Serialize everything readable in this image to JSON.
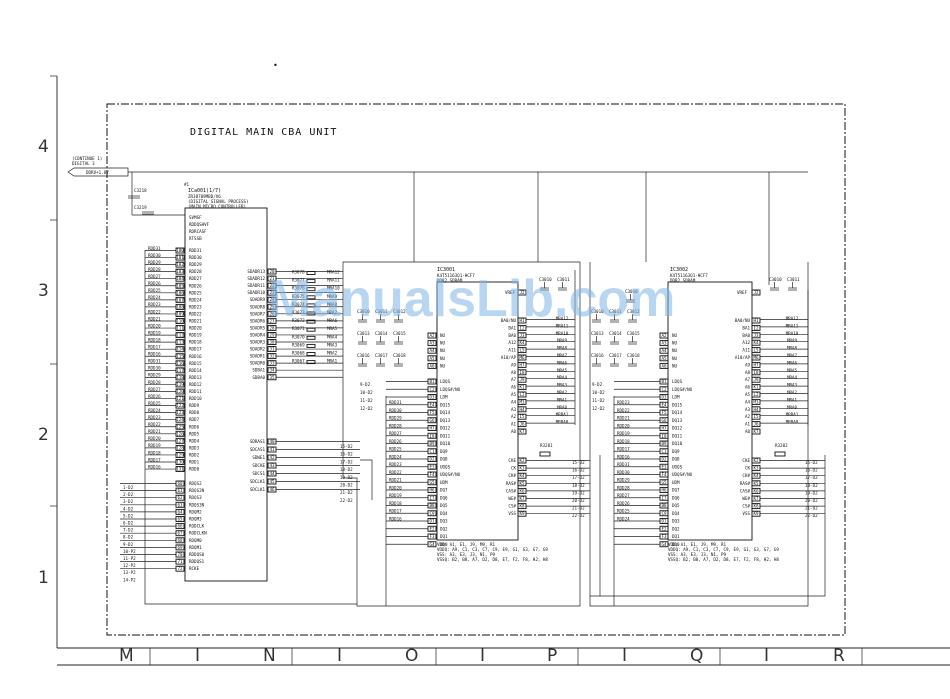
{
  "title": "DIGITAL MAIN CBA UNIT",
  "watermark": "ManualsLib.com",
  "row_numbers": [
    "4",
    "3",
    "2",
    "1"
  ],
  "column_letters": [
    "M",
    "I",
    "N",
    "I",
    "O",
    "I",
    "P",
    "I",
    "Q",
    "I",
    "R"
  ],
  "connector": {
    "label_top": "(CONTINUE 1)",
    "label_mid": "DIGITAL 3",
    "label_bot": "DDRV+1.8V"
  },
  "ic1": {
    "ref": "ICa001(1/7)",
    "part": "ZR38709MBD/V6",
    "desc": [
      "(DIGITAL SIGNAL PROCESS)",
      "(MAIN MICRO CONTROLLER)"
    ],
    "top_pins": [
      "SVMSF",
      "RDDQSHVF",
      "RDRCASF",
      "RTSSB"
    ],
    "left_pins": [
      "RDD31",
      "RDD30",
      "RDD29",
      "RDD28",
      "RDD27",
      "RDD26",
      "RDD25",
      "RDD24",
      "RDD23",
      "RDD22",
      "RDD21",
      "RDD20",
      "RDD19",
      "RDD18",
      "RDD17",
      "RDD16",
      "RDD15",
      "RDD14",
      "RDD13",
      "RDD12",
      "RDD11",
      "RDD10",
      "RDD9",
      "RDD8",
      "RDD7",
      "RDD6",
      "RDD5",
      "RDD4",
      "RDD3",
      "RDD2",
      "RDD1",
      "RDD0"
    ],
    "bottom_pins": [
      "RDQS2",
      "RDQS2N",
      "RDQS3",
      "RDQS3N",
      "RDQM2",
      "RDQM3",
      "RODCLK",
      "RODCLKN",
      "RDQM0",
      "RDQM1",
      "RDDQS0",
      "RDDQS1",
      "RCKE"
    ],
    "right_pins": [
      "SDADR13",
      "SDADR12",
      "SDADR11",
      "SDADR10",
      "SDADR9",
      "SDADR8",
      "SDADR7",
      "SDADR6",
      "SDADR5",
      "SDADR4",
      "SDADR3",
      "SDADR2",
      "SDADR1",
      "SDADR0",
      "SDBA1",
      "SDBA0"
    ],
    "ctrl_pins": [
      "SDRAS1",
      "SDCAS1",
      "SDWE1",
      "SDCKE",
      "SDCS1",
      "SDCLK1",
      "SDCLK1"
    ]
  },
  "bus_labels": [
    "1-D2",
    "2-D2",
    "3-D2",
    "4-D2",
    "5-D2",
    "6-D2",
    "7-D2",
    "8-D2",
    "9-D2",
    "10-P2",
    "11-P2",
    "12-P2",
    "13-P2",
    "14-P2"
  ],
  "ic2": {
    "ref": "IC3001",
    "part": "K4T51163Q1-HCF7",
    "type": "DDR2 SDRAM",
    "nu_pins": [
      "NU",
      "NU",
      "NU",
      "NU",
      "NU"
    ],
    "left_pins": [
      "LDQS",
      "LDQS#/NU",
      "LDM",
      "DQ15",
      "DQ14",
      "DQ13",
      "DQ12",
      "DQ11",
      "DQ10",
      "DQ9",
      "DQ8",
      "UDQS",
      "UDQS#/NU",
      "UDM",
      "DQ7",
      "DQ6",
      "DQ5",
      "DQ4",
      "DQ3",
      "DQ2",
      "DQ1",
      "DQ0"
    ],
    "right_pins": [
      "BA0/NU",
      "BA1",
      "BA0",
      "A12",
      "A11",
      "A10/AP",
      "A9",
      "A8",
      "A7",
      "A6",
      "A5",
      "A4",
      "A3",
      "A2",
      "A1",
      "A0"
    ],
    "ctrl": [
      "CKE",
      "CK",
      "CK#",
      "RAS#",
      "CAS#",
      "WE#",
      "CS#",
      "VSS"
    ],
    "vref": "VREF",
    "supply": [
      "VDD: A1, E1, J9, M9, R1",
      "VDDQ: A9, C1, C3, C7, C9, E9, G1, G3, G7, G9",
      "VSS: A3, E3, J3, N1, P9",
      "VSSQ: B2, B8, A7, D2, D8, E7, F2, F8, H2, H8"
    ]
  },
  "ic3": {
    "ref": "IC3002",
    "part": "K4T51163Q1-HCF7",
    "type": "DDR2 SDRAM",
    "left_pins": [
      "LDQS",
      "LDQS#/NU",
      "LDM",
      "DQ15",
      "DQ14",
      "DQ13",
      "DQ12",
      "DQ11",
      "DQ10",
      "DQ9",
      "DQ8",
      "UDQS",
      "UDQS#/NU",
      "UDM",
      "DQ7",
      "DQ6",
      "DQ5",
      "DQ4",
      "DQ3",
      "DQ2",
      "DQ1",
      "DQ0"
    ],
    "right_pins": [
      "BA0/NU",
      "BA1",
      "BA0",
      "A12",
      "A11",
      "A10/AP",
      "A9",
      "A8",
      "A7",
      "A6",
      "A5",
      "A4",
      "A3",
      "A2",
      "A1",
      "A0"
    ],
    "ctrl": [
      "CKE",
      "CK",
      "CK#",
      "RAS#",
      "CAS#",
      "WE#",
      "CS#",
      "VSS"
    ],
    "vref": "VREF"
  },
  "addr_nets": [
    "MRA12",
    "MRA11",
    "MRA10",
    "MRA9",
    "MRA8",
    "MRA7",
    "MRA6",
    "MRA5",
    "MRA4",
    "MRA3",
    "MRA2",
    "MRA1",
    "MRA0",
    "MRBA1",
    "MRBA0"
  ],
  "resistor_labels": [
    "R3078",
    "R3077",
    "R3076",
    "R3075",
    "R3074",
    "R3073",
    "R3072",
    "R3071",
    "R3070",
    "R3069",
    "R3068",
    "R3067"
  ],
  "data_nets": [
    "RDD31",
    "RDD30",
    "RDD29",
    "RDD28",
    "RDD27",
    "RDD26",
    "RDD25",
    "RDD24",
    "RDD23",
    "RDD22",
    "RDD21",
    "RDD20",
    "RDD19",
    "RDD18",
    "RDD17",
    "RDD16"
  ],
  "ctrl_nets": [
    "15-D2",
    "16-D2",
    "17-D2",
    "18-D2",
    "19-D2",
    "20-D2",
    "21-D2",
    "22-D2"
  ],
  "misc_labels": {
    "r3201": "R3201",
    "r3202": "R3202",
    "c3218": "C3218",
    "c3219": "C3219",
    "dot": "•"
  },
  "colors": {
    "ink": "#222222",
    "watermark": "#7fb4e6",
    "paper": "#ffffff"
  }
}
